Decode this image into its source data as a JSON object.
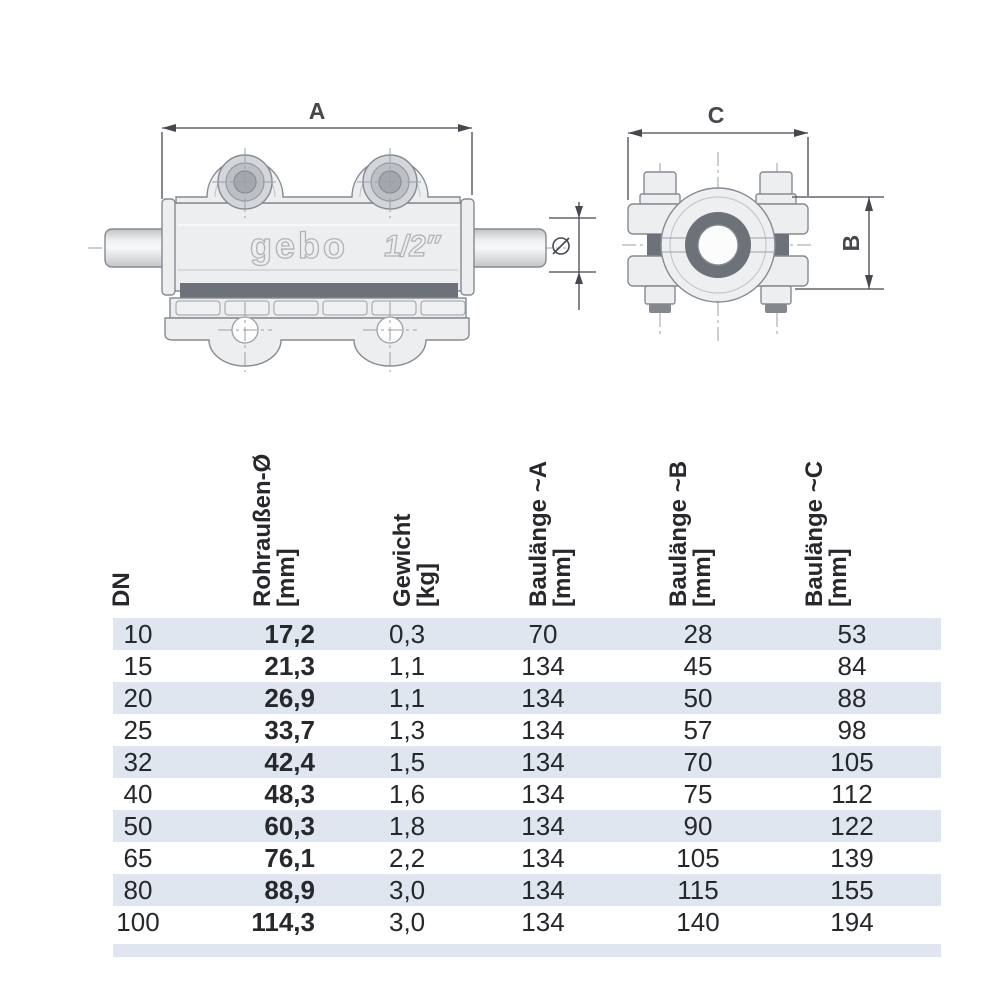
{
  "drawing": {
    "side_view": {
      "dim_a_label": "A",
      "dia_symbol": "Ø",
      "marking_brand": "gebo",
      "marking_size": "1/2″"
    },
    "end_view": {
      "dim_c_label": "C",
      "dim_b_label": "B"
    }
  },
  "table": {
    "columns": [
      {
        "label": "DN",
        "unit": ""
      },
      {
        "label": "Rohraußen-Ø",
        "unit": "[mm]"
      },
      {
        "label": "Gewicht",
        "unit": "[kg]"
      },
      {
        "label": "Baulänge ~A",
        "unit": "[mm]"
      },
      {
        "label": "Baulänge ~B",
        "unit": "[mm]"
      },
      {
        "label": "Baulänge ~C",
        "unit": "[mm]"
      }
    ],
    "rows": [
      [
        "10",
        "17,2",
        "0,3",
        "70",
        "28",
        "53"
      ],
      [
        "15",
        "21,3",
        "1,1",
        "134",
        "45",
        "84"
      ],
      [
        "20",
        "26,9",
        "1,1",
        "134",
        "50",
        "88"
      ],
      [
        "25",
        "33,7",
        "1,3",
        "134",
        "57",
        "98"
      ],
      [
        "32",
        "42,4",
        "1,5",
        "134",
        "70",
        "105"
      ],
      [
        "40",
        "48,3",
        "1,6",
        "134",
        "75",
        "112"
      ],
      [
        "50",
        "60,3",
        "1,8",
        "134",
        "90",
        "122"
      ],
      [
        "65",
        "76,1",
        "2,2",
        "134",
        "105",
        "139"
      ],
      [
        "80",
        "88,9",
        "3,0",
        "134",
        "115",
        "155"
      ],
      [
        "100",
        "114,3",
        "3,0",
        "134",
        "140",
        "194"
      ]
    ],
    "stripe_color": "#dfe6f0",
    "text_color": "#26282c"
  }
}
